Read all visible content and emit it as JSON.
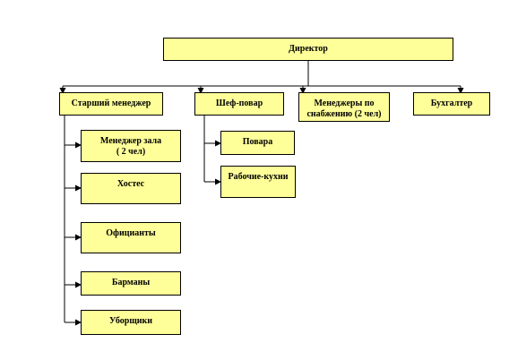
{
  "colors": {
    "box_fill": "#ffff99",
    "line": "#000000",
    "background": "#ffffff"
  },
  "director": "Директор",
  "departments": {
    "senior_manager": "Старший менеджер",
    "chef": "Шеф-повар",
    "supply_managers": "Менеджеры по\nснабжению (2 чел)",
    "accountant": "Бухгалтер"
  },
  "senior_manager_staff": {
    "hall_manager": "Менеджер зала\n( 2 чел)",
    "hostess": "Хостес",
    "waiters": "Официанты",
    "bartenders": "Барманы",
    "cleaners": "Уборщики"
  },
  "chef_staff": {
    "cooks": "Повара",
    "kitchen_workers": "Рабочие-кухни"
  }
}
